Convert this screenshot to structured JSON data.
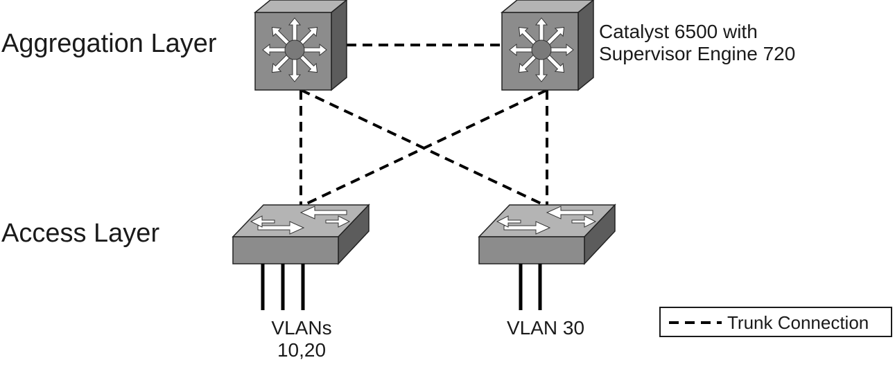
{
  "layers": {
    "aggregation": "Aggregation Layer",
    "access": "Access Layer"
  },
  "aggregation_switches": [
    {
      "name": "agg-switch-left"
    },
    {
      "name": "agg-switch-right",
      "label_line1": "Catalyst 6500 with",
      "label_line2": "Supervisor Engine 720"
    }
  ],
  "access_switches": [
    {
      "name": "access-switch-left",
      "vlan_line1": "VLANs",
      "vlan_line2": "10,20",
      "port_count": 3
    },
    {
      "name": "access-switch-right",
      "vlan_line1": "VLAN 30",
      "port_count": 2
    }
  ],
  "links": {
    "style": "dashed",
    "type": "Trunk Connection"
  },
  "legend": {
    "label": "Trunk Connection"
  },
  "colors": {
    "switch_front": "#8c8c8c",
    "switch_top": "#b4b4b4",
    "switch_side": "#5c5c5c",
    "line": "#000000"
  }
}
